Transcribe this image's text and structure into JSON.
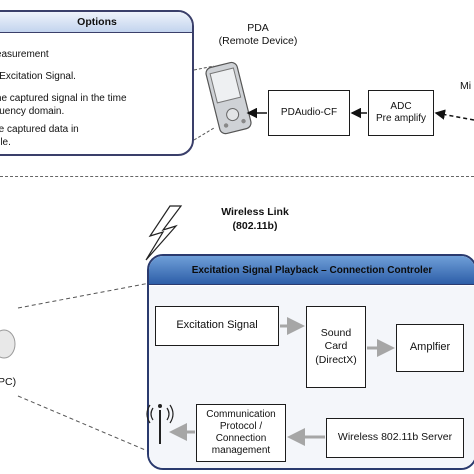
{
  "options_panel": {
    "title": "Options",
    "lines": [
      "t measurement",
      "ord Excitation Signal.",
      "of the captured signal in the time",
      "frequency domain.",
      "e the captured data in",
      "av file."
    ]
  },
  "pda": {
    "title": "PDA",
    "subtitle": "(Remote Device)",
    "pdaudio_label": "PDAudio-CF",
    "adc_label": "ADC\nPre amplify",
    "mic_label": "Mi"
  },
  "wireless_link": {
    "line1": "Wireless Link",
    "line2": "(802.11b)"
  },
  "pc_label": "PC)",
  "excitation_panel": {
    "title": "Excitation Signal Playback – Connection Controler",
    "excitation_signal": "Excitation Signal",
    "sound_card": "Sound\nCard\n(DirectX)",
    "amplifier": "Amplfier",
    "comm_protocol": "Communication\nProtocol /\nConnection\nmanagement",
    "server": "Wireless 802.11b Server"
  },
  "colors": {
    "panel_border": "#2a3a6e",
    "arrow_gray": "#a6a6a6",
    "header_blue": "#3f6fb5"
  }
}
